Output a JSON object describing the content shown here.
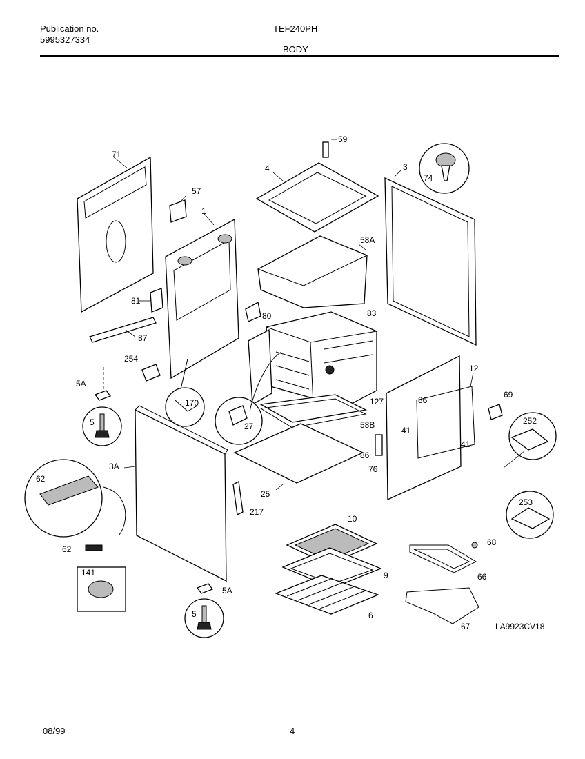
{
  "header": {
    "publication_label": "Publication no.",
    "publication_number": "5995327334",
    "model": "TEF240PH",
    "section": "BODY"
  },
  "footer": {
    "date": "08/99",
    "page": "4"
  },
  "diagram": {
    "drawing_code": "LA9923CV18",
    "callouts": {
      "c71": "71",
      "c57": "57",
      "c1": "1",
      "c4": "4",
      "c59": "59",
      "c3": "3",
      "c74": "74",
      "c58A": "58A",
      "c81": "81",
      "c80": "80",
      "c83": "83",
      "c87": "87",
      "c254": "254",
      "c5A_top": "5A",
      "c170": "170",
      "c27": "27",
      "c127": "127",
      "c12": "12",
      "c86_top": "86",
      "c69": "69",
      "c252": "252",
      "c5_top": "5",
      "c58B": "58B",
      "c41_left": "41",
      "c41_right": "41",
      "c86_bottom": "86",
      "c76": "76",
      "c3A": "3A",
      "c62_circle": "62",
      "c25": "25",
      "c217": "217",
      "c253": "253",
      "c10": "10",
      "c68": "68",
      "c62": "62",
      "c9": "9",
      "c66": "66",
      "c141": "141",
      "c5A_bottom": "5A",
      "c5_bottom": "5",
      "c6": "6",
      "c67": "67"
    }
  }
}
